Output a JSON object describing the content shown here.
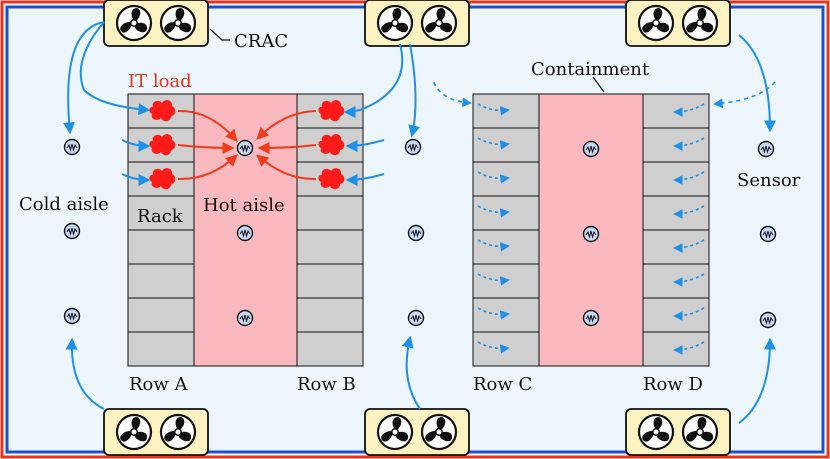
{
  "labels": {
    "crac": "CRAC",
    "it_load": "IT load",
    "containment": "Containment",
    "cold_aisle": "Cold aisle",
    "rack": "Rack",
    "hot_aisle": "Hot aisle",
    "sensor": "Sensor",
    "row_a": "Row A",
    "row_b": "Row B",
    "row_c": "Row C",
    "row_d": "Row D"
  },
  "colors": {
    "wall_outer": "#e8341c",
    "wall_inner": "#1f4fd1",
    "room_fill": "#eef6fd",
    "rack_fill": "#cfcfcf",
    "hot_aisle_fill": "#f9b9bf",
    "crac_fill": "#fdf3c2",
    "cold_air": "#1e90e6",
    "hot_air": "#f03a1c",
    "it_load": "#ff1a1a",
    "sensor_fill": "#c9d8f5"
  },
  "icons": {
    "crac_unit": "crac-fan-icon",
    "sensor": "sensor-icon",
    "it_load": "it-load-blob-icon"
  }
}
